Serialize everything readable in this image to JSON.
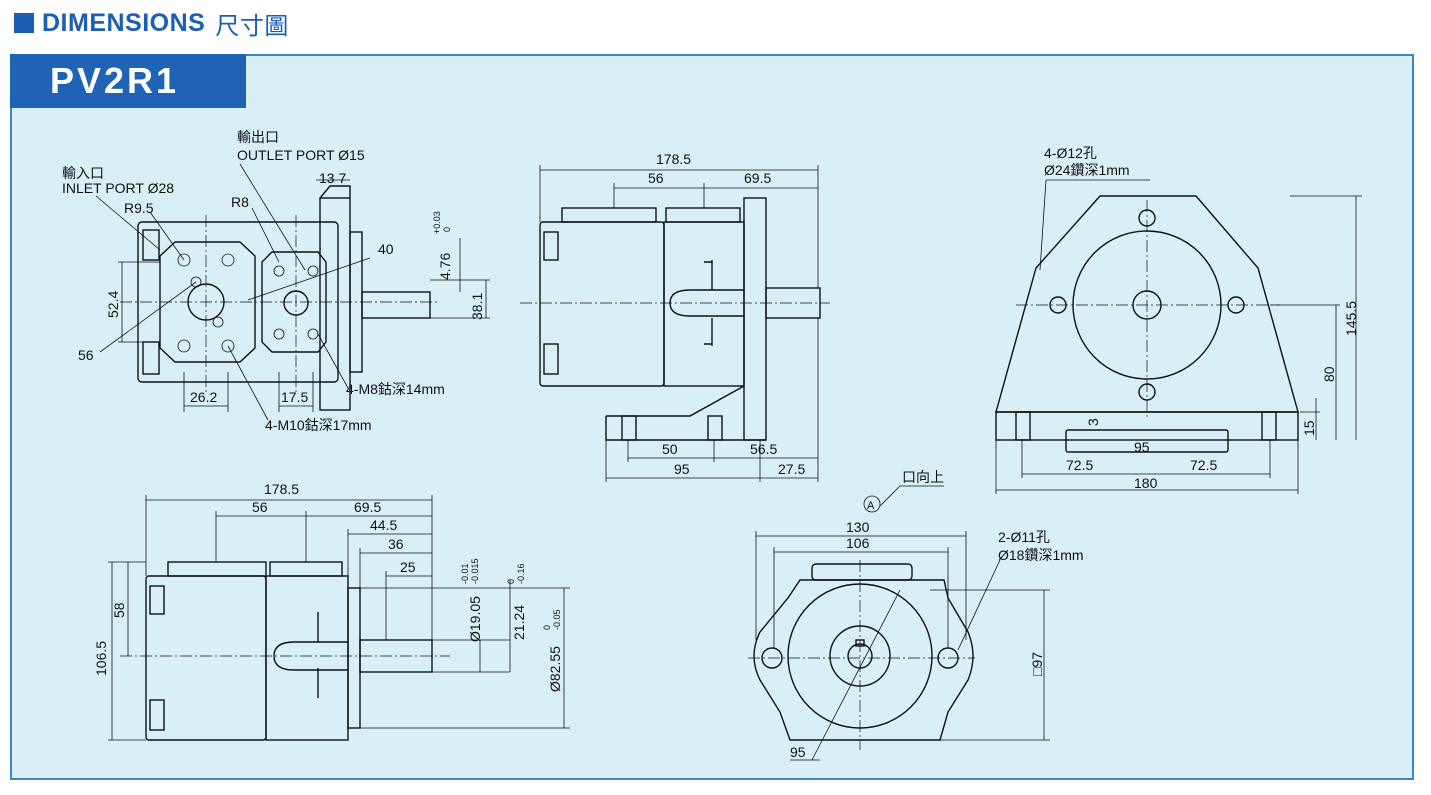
{
  "heading": {
    "title": "DIMENSIONS",
    "title_cn": "尺寸圖"
  },
  "model": "PV2R1",
  "ports": {
    "inlet_cn": "輸入口",
    "inlet": "INLET PORT Ø28",
    "outlet_cn": "輸出口",
    "outlet": "OUTLET PORT Ø15",
    "m8": "4-M8鈷深14mm",
    "m10": "4-M10鈷深17mm",
    "r95": "R9.5",
    "r8": "R8"
  },
  "holes": {
    "foot_line1": "4-Ø12孔",
    "foot_line2": "Ø24鑽深1mm",
    "flange_line1": "2-Ø11孔",
    "flange_line2": "Ø18鑽深1mm"
  },
  "arrow_label": "口向上",
  "circle_label": "A",
  "dims": {
    "d178_5": "178.5",
    "d56": "56",
    "d69_5": "69.5",
    "d50": "50",
    "d56_5": "56.5",
    "d95": "95",
    "d27_5": "27.5",
    "d52_4": "52.4",
    "d26_2": "26.2",
    "d17_5": "17.5",
    "d137": "13 7",
    "d40": "40",
    "d4_76": "4.76",
    "d38_1": "38.1",
    "d145_5": "145.5",
    "d80": "80",
    "d15": "15",
    "d3": "3",
    "d72_5": "72.5",
    "d180": "180",
    "d44_5": "44.5",
    "d36": "36",
    "d25": "25",
    "d106_5": "106.5",
    "d58": "58",
    "d19_05": "Ø19.05",
    "d21_24": "21.24",
    "d82_55": "Ø82.55",
    "d130": "130",
    "d106": "106",
    "d97": "□97"
  },
  "tolerances": {
    "t4_76_upper": "+0.03",
    "t4_76_lower": "0",
    "t19_05_upper": "-0.01",
    "t19_05_lower": "-0.015",
    "t21_24_upper": "0",
    "t21_24_lower": "-0.16",
    "t82_55_upper": "0",
    "t82_55_lower": "-0.05"
  }
}
